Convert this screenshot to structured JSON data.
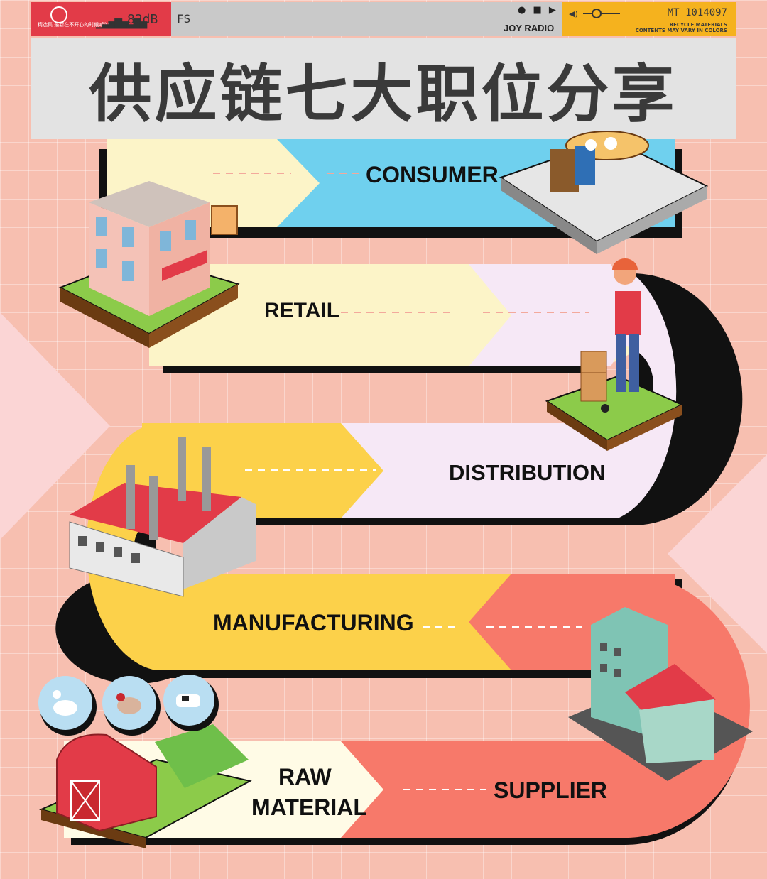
{
  "header": {
    "tagline": "精选集 最新在不开心的时候听的歌",
    "decibel": "82dB",
    "fs_logo": "FS",
    "controls": "● ■ ▶",
    "radio_name": "JOY RADIO",
    "code": "MT 1014097",
    "notice_line1": "RECYCLE MATERIALS",
    "notice_line2": "CONTENTS MAY VARY IN COLORS"
  },
  "title": "供应链七大职位分享",
  "stages": {
    "consumer": "CONSUMER",
    "retail": "RETAIL",
    "distribution": "DISTRIBUTION",
    "manufacturing": "MANUFACTURING",
    "raw_material_line1": "RAW",
    "raw_material_line2": "MATERIAL",
    "supplier": "SUPPLIER"
  },
  "colors": {
    "background": "#f7bfb0",
    "cream": "#fcf4c8",
    "sky": "#6fd0ee",
    "lavender": "#f6e8f6",
    "mustard": "#fcd14a",
    "coral": "#f7796a",
    "ink": "#111111"
  },
  "icons": [
    "smile-icon",
    "bars-icon",
    "volume-icon",
    "building-icon",
    "cafe-icon",
    "courier-icon",
    "factory-icon",
    "office-icon",
    "barn-icon",
    "goose-icon",
    "hen-icon",
    "cow-icon"
  ]
}
